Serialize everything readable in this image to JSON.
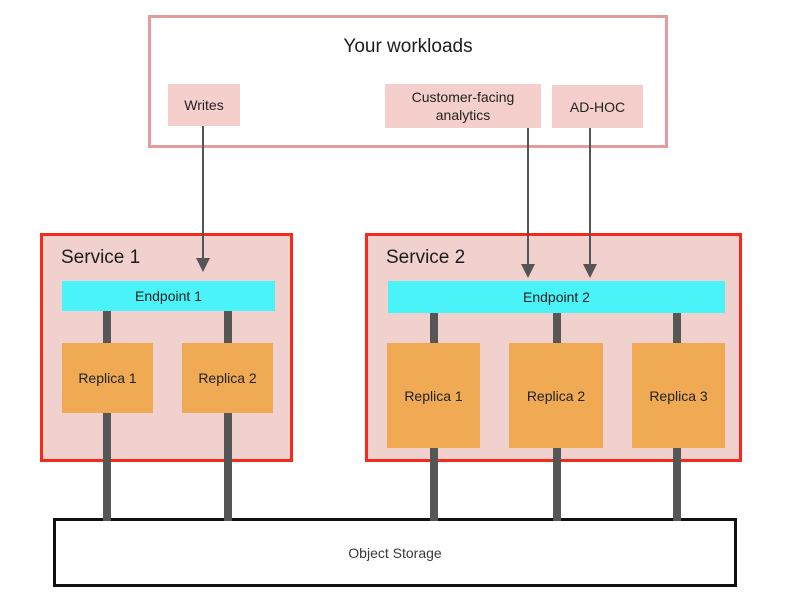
{
  "workloads": {
    "title": "Your workloads",
    "items": [
      {
        "label": "Writes"
      },
      {
        "label": "Customer-facing analytics"
      },
      {
        "label": "AD-HOC"
      }
    ]
  },
  "services": [
    {
      "title": "Service 1",
      "endpoint": "Endpoint 1",
      "replicas": [
        "Replica 1",
        "Replica 2"
      ]
    },
    {
      "title": "Service 2",
      "endpoint": "Endpoint 2",
      "replicas": [
        "Replica 1",
        "Replica 2",
        "Replica 3"
      ]
    }
  ],
  "storage": {
    "label": "Object Storage"
  },
  "colors": {
    "workloads_border": "#e39c9c",
    "workload_item_fill": "#f4cfcc",
    "service_border": "#f5291c",
    "service_fill": "#f0d1ce",
    "endpoint_fill": "#4af3f7",
    "replica_fill": "#f1aa54",
    "connector": "#565656",
    "arrow": "#555555",
    "storage_border": "#111111"
  }
}
